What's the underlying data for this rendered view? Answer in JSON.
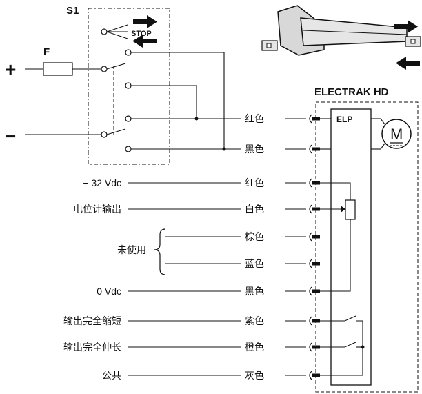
{
  "switch": {
    "label": "S1",
    "stop_label": "STOP"
  },
  "fuse": {
    "label": "F"
  },
  "supply": {
    "plus": "+",
    "minus": "−"
  },
  "device": {
    "title": "ELECTRAK HD",
    "elp_label": "ELP",
    "motor_label": "M"
  },
  "wires": [
    {
      "color": "红色"
    },
    {
      "color": "黑色"
    },
    {
      "color": "红色"
    },
    {
      "color": "白色"
    },
    {
      "color": "棕色"
    },
    {
      "color": "蓝色"
    },
    {
      "color": "黑色"
    },
    {
      "color": "紫色"
    },
    {
      "color": "橙色"
    },
    {
      "color": "灰色"
    }
  ],
  "signals": {
    "v32": "+ 32 Vdc",
    "pot_out": "电位计输出",
    "unused": "未使用",
    "v0": "0 Vdc",
    "retract": "输出完全缩短",
    "extend": "输出完全伸长",
    "common": "公共"
  }
}
